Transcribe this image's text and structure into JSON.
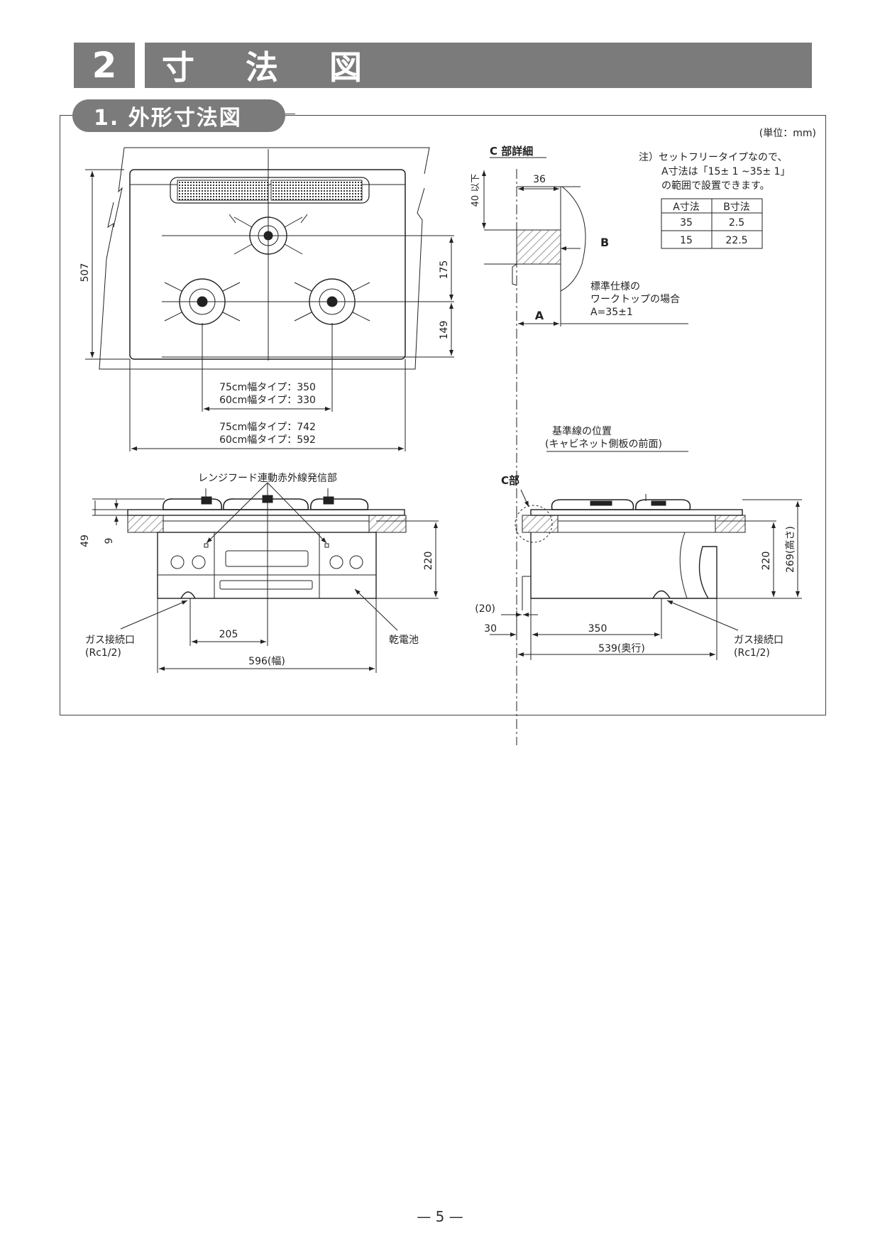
{
  "header": {
    "number": "2",
    "title": "寸 法 図"
  },
  "section": {
    "title": "1. 外形寸法図"
  },
  "unit": "(単位：mm)",
  "top_view": {
    "depth": "507",
    "burner_spacing_front_back": "175",
    "front_burner_to_edge": "149",
    "burner_width_75": "75cm幅タイプ：350",
    "burner_width_60": "60cm幅タイプ：330",
    "top_width_75": "75cm幅タイプ：742",
    "top_width_60": "60cm幅タイプ：592"
  },
  "detail_c": {
    "title": "C 部詳細",
    "max_40": "40 以下",
    "dim_36": "36",
    "label_b": "B",
    "label_a": "A",
    "standard_1": "標準仕様の",
    "standard_2": "ワークトップの場合",
    "standard_3": "A=35±1",
    "ref_1": "基準線の位置",
    "ref_2": "(キャビネット側板の前面)"
  },
  "note": {
    "l1": "注）セットフリータイプなので、",
    "l2": "A寸法は「15± 1 ~35± 1」",
    "l3": "の範囲で設置できます。",
    "table": {
      "headers": [
        "A寸法",
        "B寸法"
      ],
      "rows": [
        [
          "35",
          "2.5"
        ],
        [
          "15",
          "22.5"
        ]
      ]
    }
  },
  "front_view": {
    "sensor_label": "レンジフード連動赤外線発信部",
    "dim_49": "49",
    "dim_9": "9",
    "dim_220": "220",
    "dim_205": "205",
    "width": "596(幅)",
    "gas_1": "ガス接続口",
    "gas_2": "(Rc1/2)",
    "battery": "乾電池"
  },
  "side_view": {
    "c_part": "C部",
    "dim_220": "220",
    "height": "269(高さ)",
    "dim_20": "(20)",
    "dim_30": "30",
    "dim_350": "350",
    "depth": "539(奥行)",
    "gas_1": "ガス接続口",
    "gas_2": "(Rc1/2)"
  },
  "page_number": "— 5 —"
}
